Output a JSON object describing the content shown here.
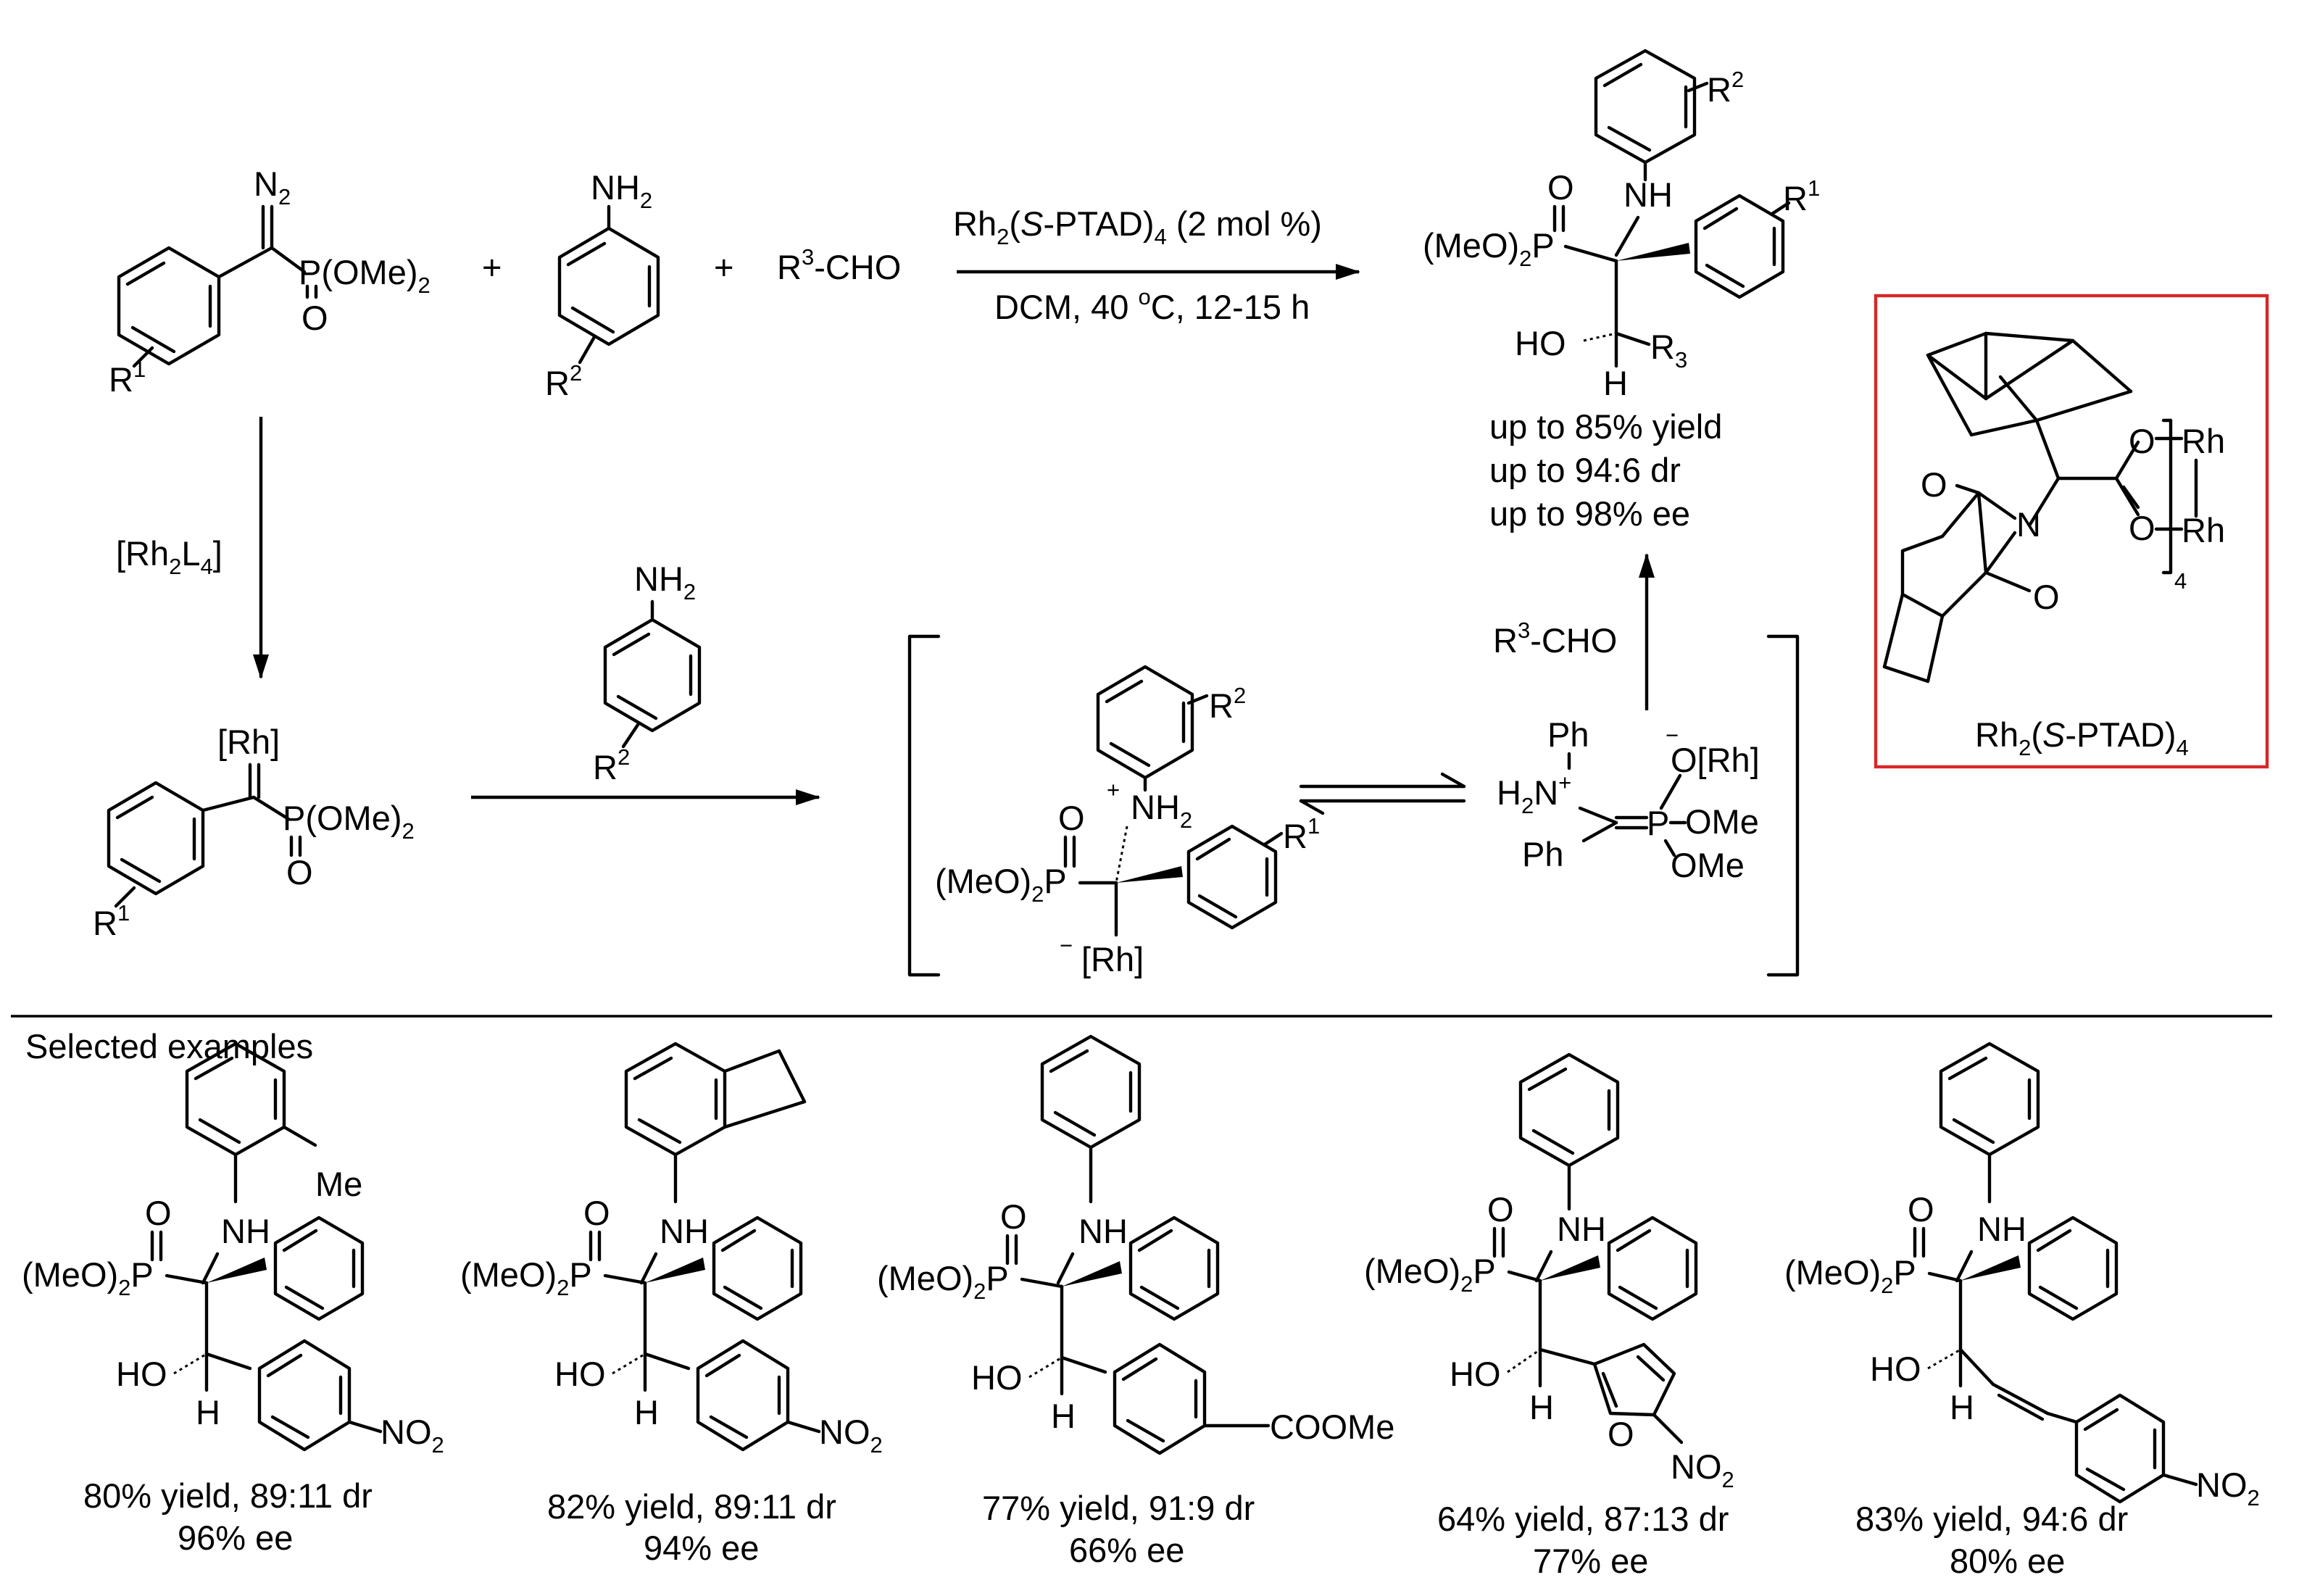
{
  "reaction": {
    "reagent_diazo": {
      "n2": "N",
      "n2_sub": "2",
      "po": "P(OMe)",
      "po_sub": "2",
      "o": "O",
      "r": "R",
      "r_sup": "1"
    },
    "plus": "+",
    "aniline": {
      "nh2": "NH",
      "nh2_sub": "2",
      "r": "R",
      "r_sup": "2"
    },
    "aldehyde": {
      "r": "R",
      "r_sup": "3",
      "cho": "-CHO"
    },
    "conditions_top": {
      "a": "Rh",
      "a_sub": "2",
      "b": "(",
      "c": "S",
      "d": "-PTAD)",
      "d_sub": "4",
      "e": " (2 mol %)"
    },
    "conditions_bottom": {
      "a": "DCM, 40 ",
      "deg": "o",
      "b": "C, 12-15 h"
    },
    "catalyst_cycle": {
      "a": "[Rh",
      "a_sub": "2",
      "b": "L",
      "b_sub": "4",
      "c": "]"
    },
    "carbene": {
      "rh": "[Rh]",
      "po": "P(OMe)",
      "po_sub": "2",
      "o": "O",
      "r": "R",
      "r_sup": "1"
    },
    "ylide": {
      "plus": "+",
      "nh2": "NH",
      "nh2_sub": "2",
      "r1": "R",
      "r1_sup": "1",
      "r2": "R",
      "r2_sup": "2",
      "meo": "(MeO)",
      "meo_sub": "2",
      "p": "P",
      "o": "O",
      "minus": "−",
      "rh": "[Rh]"
    },
    "enolate": {
      "ph1": "Ph",
      "h2n": "H",
      "h2n_sub": "2",
      "n": "N",
      "plus": "+",
      "ph2": "Ph",
      "p": "P",
      "minus": "−",
      "orh": "O[Rh]",
      "ome1": "OMe",
      "ome2": "OMe"
    },
    "aldehyde_step": {
      "r": "R",
      "r_sup": "3",
      "cho": "-CHO"
    },
    "product": {
      "meo": "(MeO)",
      "meo_sub": "2",
      "p": "P",
      "o": "O",
      "nh": "NH",
      "r1": "R",
      "r1_sup": "1",
      "r2": "R",
      "r2_sup": "2",
      "ho": "HO",
      "r3": "R",
      "r3_sub": "3",
      "h": "H"
    },
    "results": [
      "up to 85% yield",
      "up to 94:6 dr",
      "up to 98% ee"
    ],
    "catalyst_box": {
      "o1": "O",
      "o2": "O",
      "n": "N",
      "rh1": "Rh",
      "rh2": "Rh",
      "o3": "O",
      "o4": "O",
      "sub4": "4",
      "label_a": "Rh",
      "label_a_sub": "2",
      "label_b": "(",
      "label_c": "S",
      "label_d": "-PTAD)",
      "label_d_sub": "4",
      "accent": "#d62728"
    }
  },
  "examples_title": "Selected examples",
  "examples": [
    {
      "substituent": "Me",
      "tail": "NO",
      "tail_sub": "2",
      "line1": "80% yield, 89:11 dr",
      "line2": "96% ee"
    },
    {
      "substituent": "",
      "tail": "NO",
      "tail_sub": "2",
      "line1": "82% yield, 89:11 dr",
      "line2": "94% ee"
    },
    {
      "substituent": "",
      "tail": "COOMe",
      "tail_sub": "",
      "line1": "77% yield, 91:9 dr",
      "line2": "66% ee"
    },
    {
      "substituent": "",
      "tail": "NO",
      "tail_sub": "2",
      "line1": "64% yield, 87:13 dr",
      "line2": "77% ee"
    },
    {
      "substituent": "",
      "tail": "NO",
      "tail_sub": "2",
      "line1": "83% yield, 94:6 dr",
      "line2": "80% ee"
    }
  ],
  "common": {
    "meo": "(MeO)",
    "meo_sub": "2",
    "p": "P",
    "o": "O",
    "nh": "NH",
    "ho": "HO",
    "h": "H",
    "furan_o": "O"
  }
}
